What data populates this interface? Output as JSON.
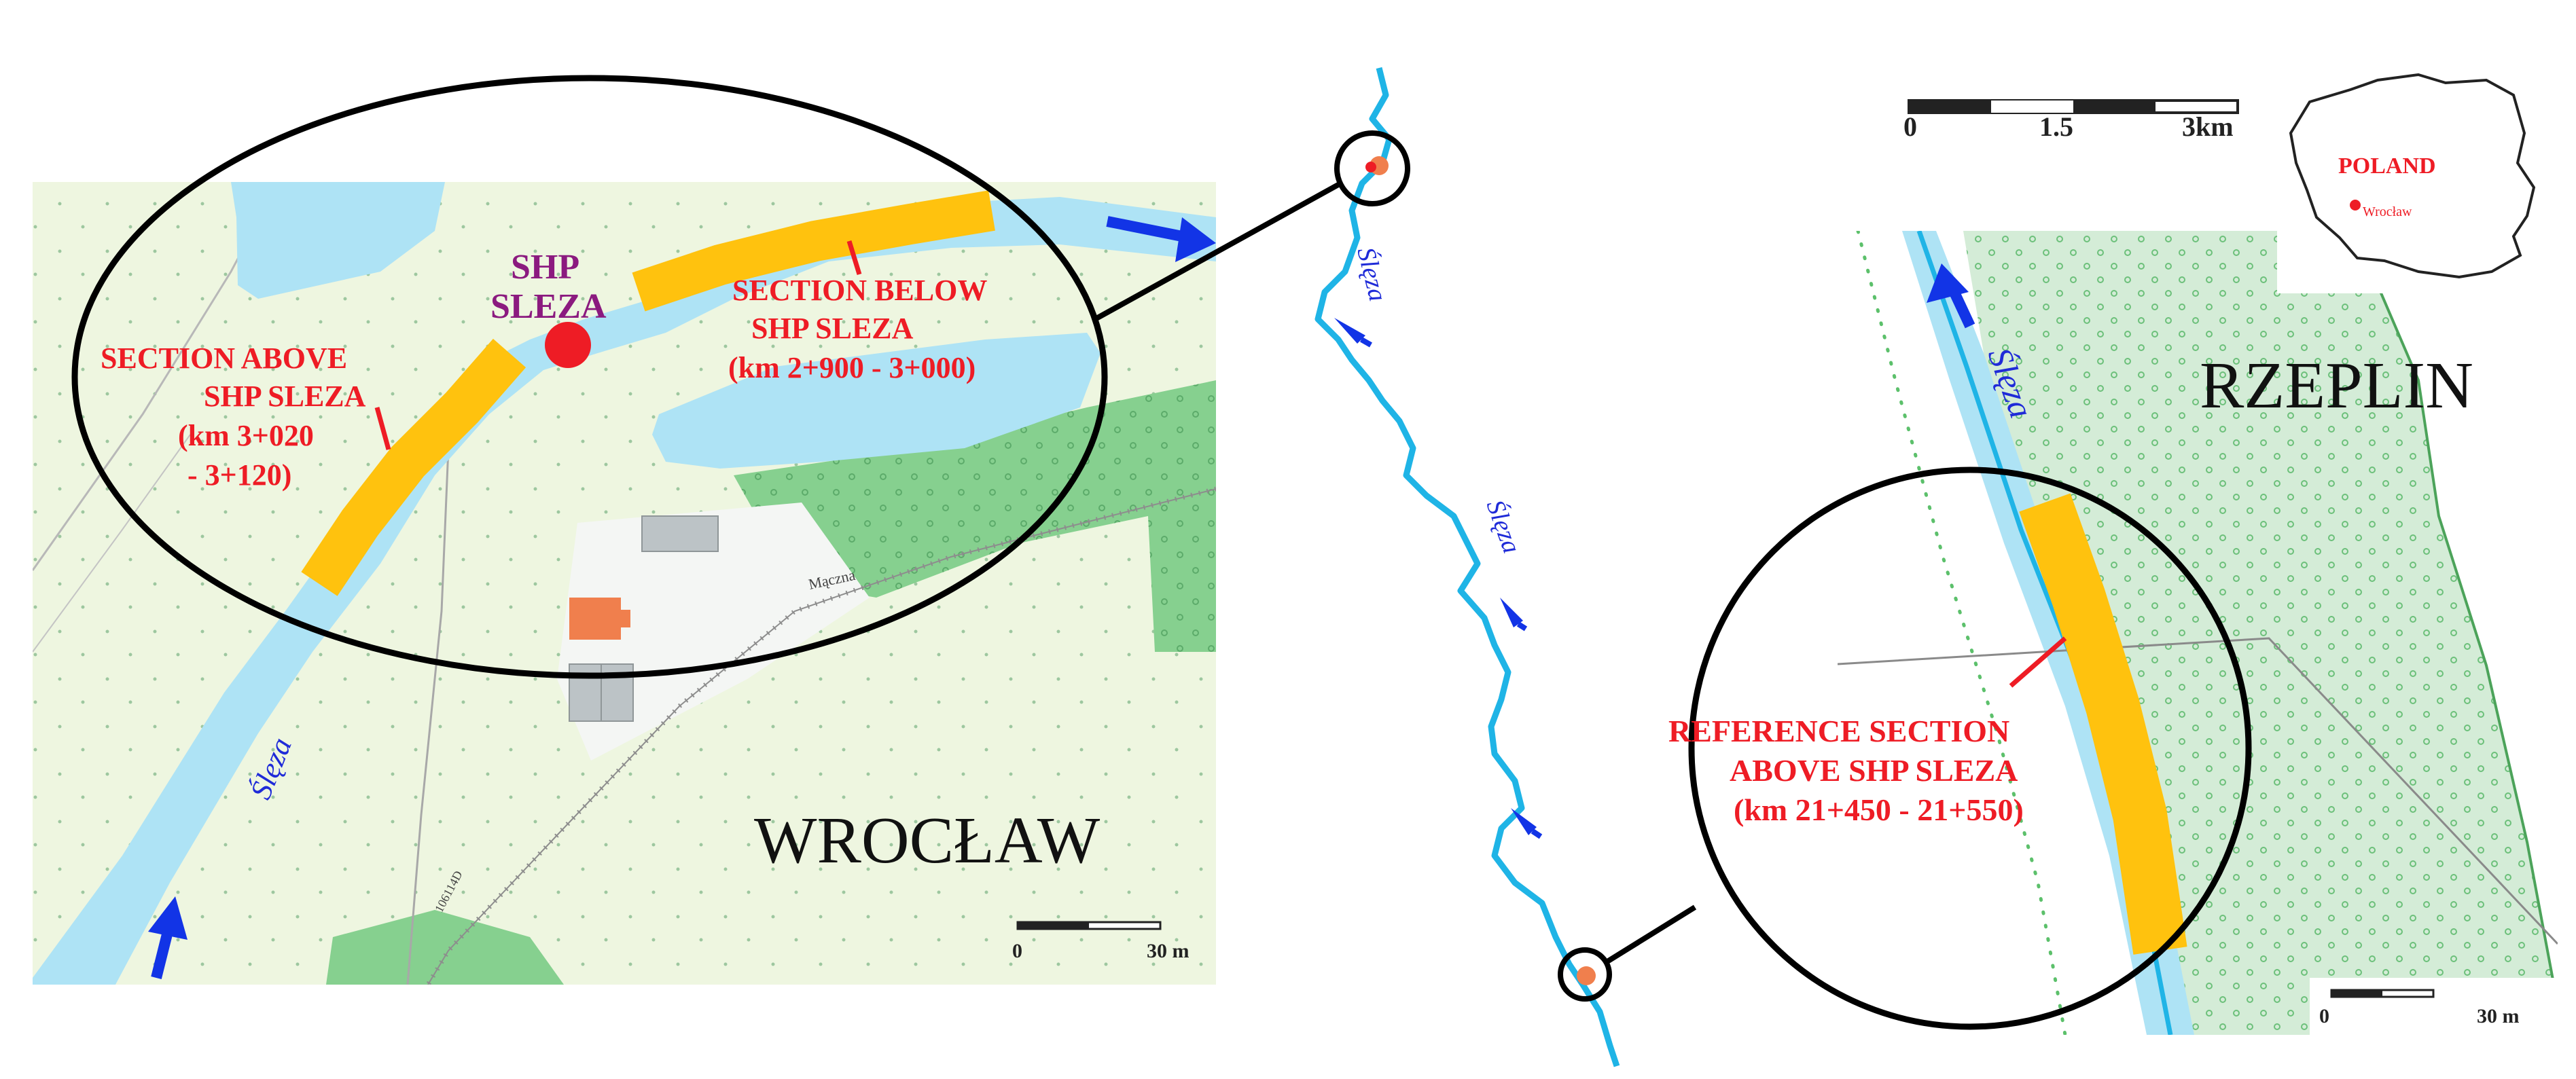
{
  "left_map": {
    "city": "WROCŁAW",
    "plant_label_line1": "SHP",
    "plant_label_line2": "SLEZA",
    "section_above": [
      "SECTION ABOVE",
      "SHP SLEZA",
      "(km 3+020",
      "- 3+120)"
    ],
    "section_below": [
      "SECTION BELOW",
      "SHP SLEZA",
      "(km 2+900 - 3+000)"
    ],
    "river_name": "Ślęza",
    "street_name": "Mączna",
    "road_code": "106114D",
    "scale_start": "0",
    "scale_end": "30 m"
  },
  "middle_map": {
    "river_name_top": "Ślęza",
    "river_name_mid": "Ślęza"
  },
  "right_map": {
    "village": "RZEPLIN",
    "river_name": "Ślęza",
    "reference_section": [
      "REFERENCE SECTION",
      "ABOVE SHP SLEZA",
      "(km 21+450 - 21+550)"
    ],
    "scale_start": "0",
    "scale_end": "30 m"
  },
  "overview_scale": {
    "ticks": [
      "0",
      "1.5",
      "3km"
    ]
  },
  "inset": {
    "country": "POLAND",
    "city": "Wrocław"
  },
  "colors": {
    "land": "#eef6e0",
    "forest": "#86d08f",
    "forest_light": "#d4ecd7",
    "water": "#aee3f5",
    "river_line": "#1fb4e6",
    "section": "#ffc20e",
    "marker": "#ee1c25",
    "arrow": "#1234e6",
    "building_grey": "#bcc3c6",
    "building_orange": "#f07f4d",
    "plant_label": "#8b1a7f"
  }
}
